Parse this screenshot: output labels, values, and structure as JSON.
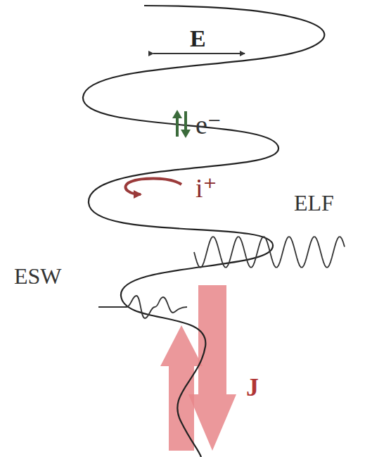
{
  "diagram": {
    "labels": [
      "E",
      "e⁻",
      "i⁺",
      "ELF",
      "ESW",
      "J"
    ]
  }
}
